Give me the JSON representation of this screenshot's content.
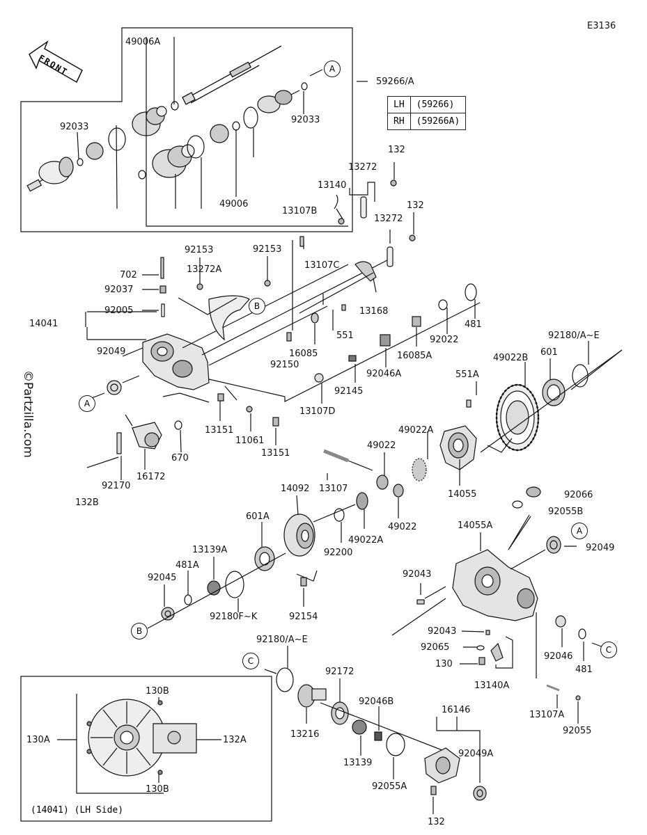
{
  "diagram_code": "E3136",
  "watermark": "©Partzilla.com",
  "front_label": "FRONT",
  "reference_table": {
    "rows": [
      {
        "side": "LH",
        "part": "(59266)"
      },
      {
        "side": "RH",
        "part": "(59266A)"
      }
    ]
  },
  "inset_caption": "(14041)  (LH Side)",
  "callouts": [
    "A",
    "B",
    "C"
  ],
  "part_labels": {
    "p49006A": "49006A",
    "p59266A": "59266/A",
    "p92033a": "92033",
    "p92033b": "92033",
    "p49006": "49006",
    "p132a": "132",
    "p13272a": "13272",
    "p13140": "13140",
    "p13107B": "13107B",
    "p132b": "132",
    "p13272b": "13272",
    "p92153a": "92153",
    "p92153b": "92153",
    "p702": "702",
    "p13272A": "13272A",
    "p92037": "92037",
    "p13107C": "13107C",
    "p92005": "92005",
    "p14041": "14041",
    "p13168": "13168",
    "p481": "481",
    "p551": "551",
    "p16085": "16085",
    "p92022": "92022",
    "p92049a": "92049",
    "p92150": "92150",
    "p16085A": "16085A",
    "p92180AE_a": "92180/A~E",
    "p49022B": "49022B",
    "p601": "601",
    "p92145": "92145",
    "p92046A": "92046A",
    "p551A": "551A",
    "p13107D": "13107D",
    "p13151a": "13151",
    "p11061": "11061",
    "p13151b": "13151",
    "p670": "670",
    "p49022A_a": "49022A",
    "p49022_a": "49022",
    "p92170": "92170",
    "p16172": "16172",
    "p13107": "13107",
    "p14055": "14055",
    "p132B": "132B",
    "p14092": "14092",
    "p92066": "92066",
    "p92055B": "92055B",
    "p601A": "601A",
    "p49022_b": "49022",
    "p14055A": "14055A",
    "p13139A": "13139A",
    "p49022A_b": "49022A",
    "p92200": "92200",
    "p92049b": "92049",
    "p481A": "481A",
    "p92045": "92045",
    "p92043a": "92043",
    "p92180FK": "92180F~K",
    "p92154": "92154",
    "p92043b": "92043",
    "p92065": "92065",
    "p92046": "92046",
    "p130": "130",
    "p13140A": "13140A",
    "p481b": "481",
    "p92180AE_b": "92180/A~E",
    "p92172": "92172",
    "p130B_a": "130B",
    "p92046B": "92046B",
    "p13107A": "13107A",
    "p130A": "130A",
    "p132A": "132A",
    "p13216": "13216",
    "p92055": "92055",
    "p16146": "16146",
    "p13139": "13139",
    "p92049A": "92049A",
    "p130B_b": "130B",
    "p92055A": "92055A",
    "p132c": "132"
  }
}
